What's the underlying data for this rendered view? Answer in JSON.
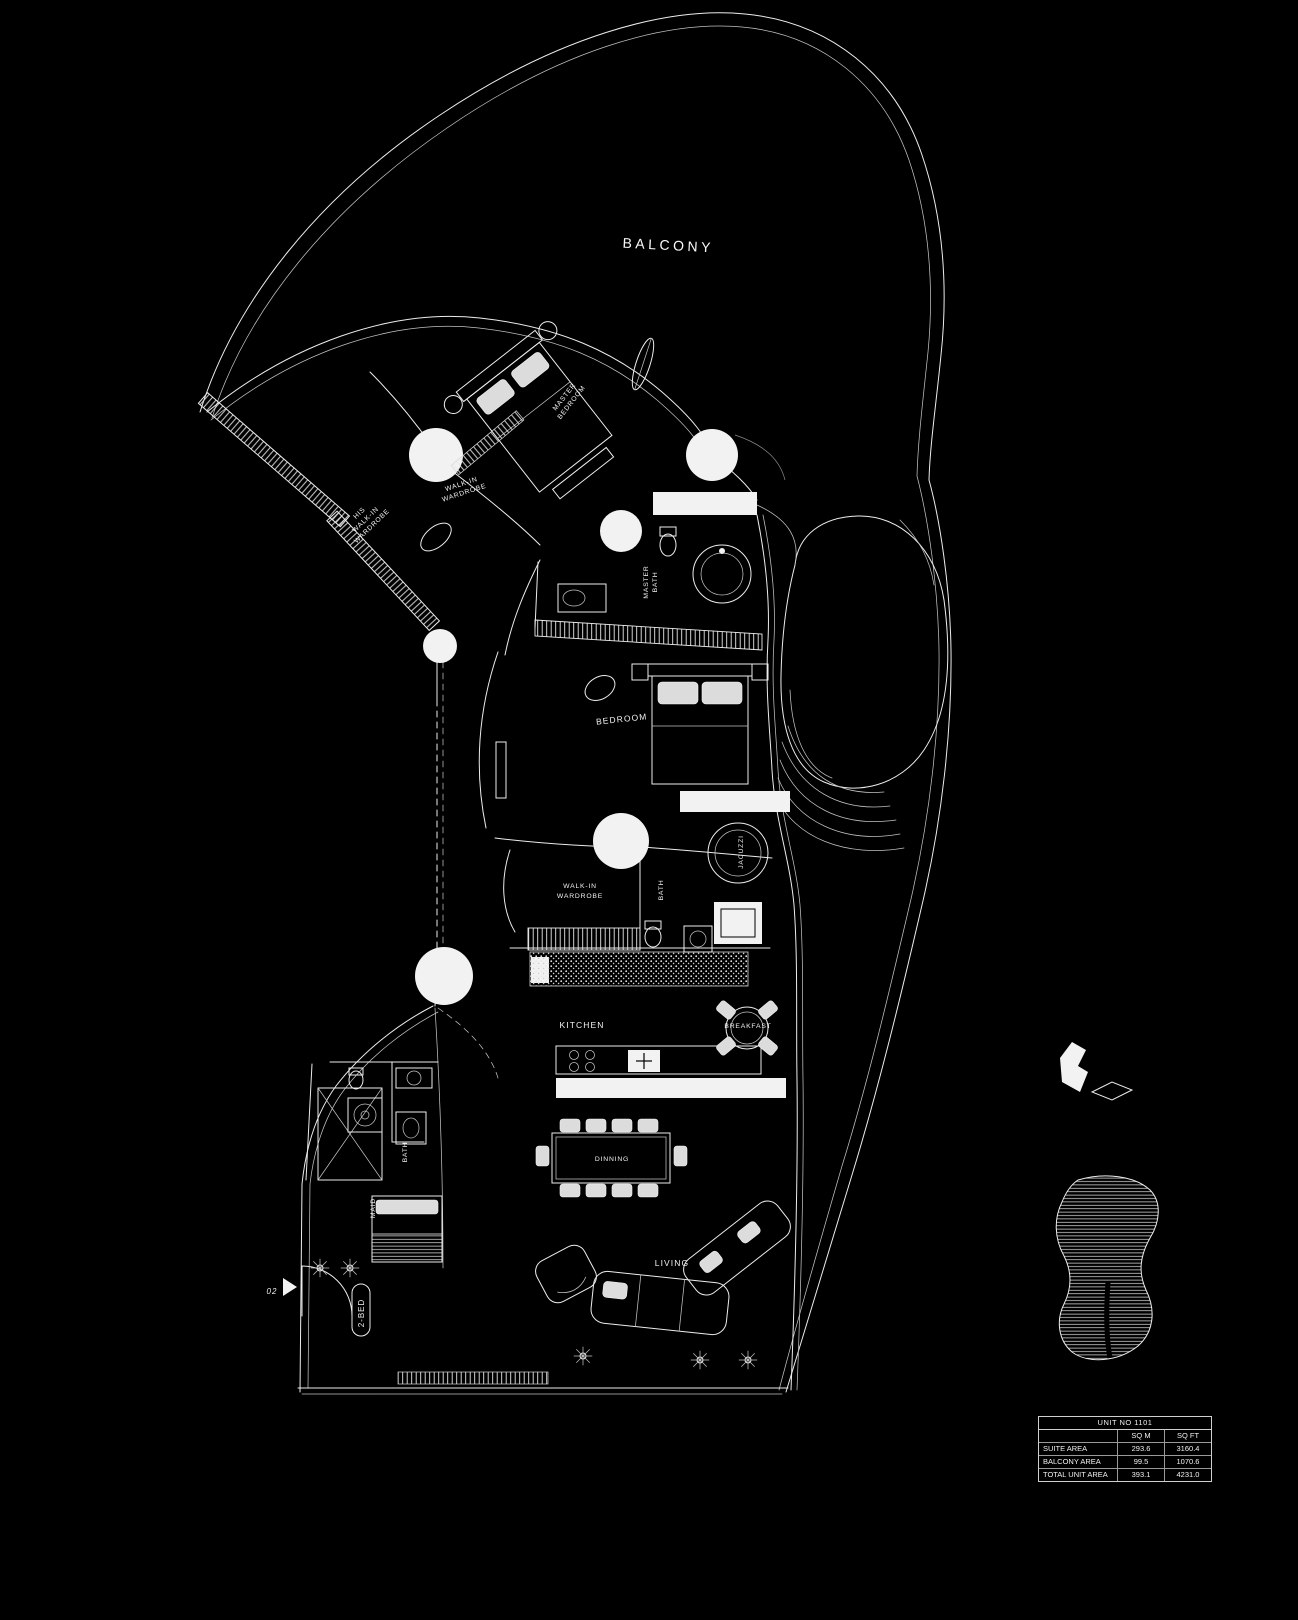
{
  "plan": {
    "labels": {
      "balcony": "BALCONY",
      "mb1": "MASTER",
      "mb2": "BEDROOM",
      "wr1": "WALK-IN",
      "wr2": "WARDROBE",
      "his1": "HIS",
      "his2": "WALK-IN",
      "his3": "WARDROBE",
      "mbath1": "MASTER",
      "mbath2": "BATH",
      "bedroom": "BEDROOM",
      "wi1": "WALK-IN",
      "wi2": "WARDROBE",
      "bath": "BATH",
      "jacuzzi": "JACUZZI",
      "kitchen": "KITCHEN",
      "breakfast": "BREAKFAST",
      "dinning": "DINNING",
      "living": "LIVING",
      "maid": "MAID",
      "maid_bath": "BATH",
      "unit_type": "2-BED",
      "entry_no": "02"
    }
  },
  "area_table": {
    "title": "UNIT NO 1101",
    "columns": {
      "sqm": "SQ M",
      "sqft": "SQ FT"
    },
    "rows": [
      {
        "label": "SUITE AREA",
        "sqm": "293.6",
        "sqft": "3160.4"
      },
      {
        "label": "BALCONY AREA",
        "sqm": "99.5",
        "sqft": "1070.6"
      },
      {
        "label": "TOTAL UNIT AREA",
        "sqm": "393.1",
        "sqft": "4231.0"
      }
    ]
  },
  "colors": {
    "background": "#000000",
    "line": "#ffffff"
  }
}
